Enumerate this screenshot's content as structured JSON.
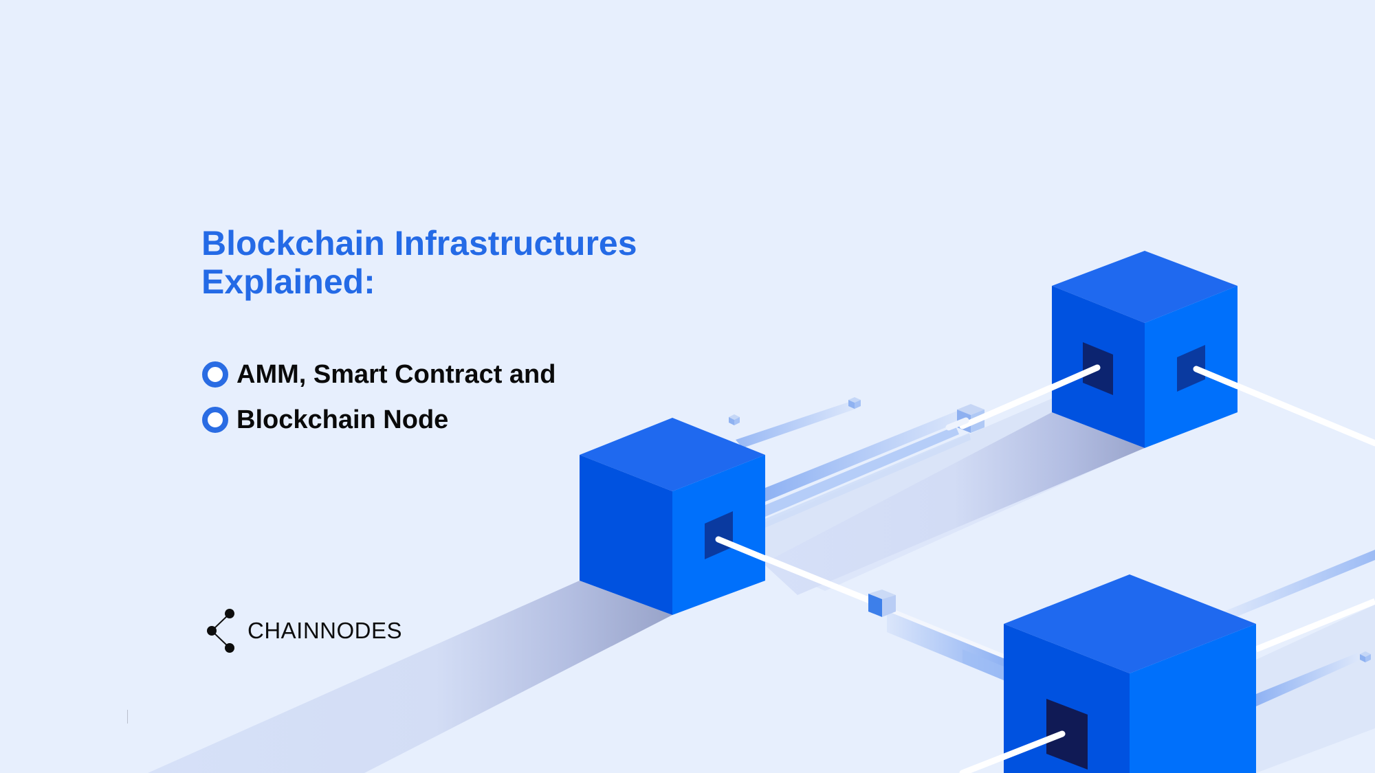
{
  "slide": {
    "title_lines": [
      "Blockchain Infrastructures",
      "Explained:"
    ],
    "bullets": [
      {
        "icon": "ring-bullet-icon",
        "label": "AMM, Smart Contract and"
      },
      {
        "icon": "ring-bullet-icon",
        "label": "Blockchain Node"
      }
    ],
    "brand": {
      "icon": "share-nodes-icon",
      "name": "CHAINNODES"
    }
  },
  "illustration": {
    "description": "isometric blue blockchain cubes connected by white links",
    "cubes": [
      {
        "id": "cube-left"
      },
      {
        "id": "cube-top-right"
      },
      {
        "id": "cube-bottom-right"
      }
    ]
  },
  "colors": {
    "background": "#e7effd",
    "title": "#246ae6",
    "bullet_ring": "#2a6ce3",
    "text": "#0a0a0a",
    "cube_top": "#1f69ef",
    "cube_left": "#0052e0",
    "cube_right": "#0070fb",
    "cube_port_dark": "#0c2a80",
    "cube_port_darker": "#111a55",
    "beam": "#9dbdf5",
    "link": "#ffffff"
  }
}
